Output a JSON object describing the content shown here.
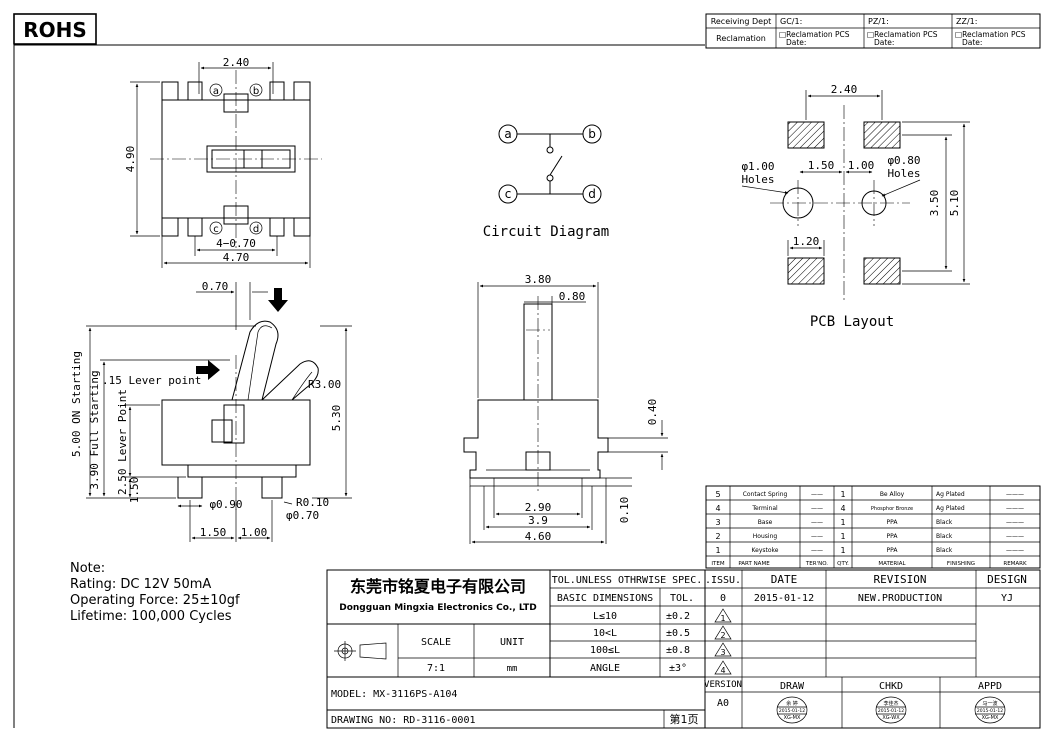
{
  "rohs": "ROHS",
  "receiving": {
    "receiving_dept": "Receiving Dept",
    "reclamation": "Reclamation",
    "cols": [
      {
        "head": "GC/1:",
        "line1": "□Reclamation  PCS",
        "line2": "Date:"
      },
      {
        "head": "PZ/1:",
        "line1": "□Reclamation  PCS",
        "line2": "Date:"
      },
      {
        "head": "ZZ/1:",
        "line1": "□Reclamation  PCS",
        "line2": "Date:"
      }
    ]
  },
  "top_view": {
    "dim_top": "2.40",
    "dim_height": "4.90",
    "dim_pitch": "4−0.70",
    "dim_width": "4.70",
    "pins": [
      "a",
      "b",
      "c",
      "d"
    ]
  },
  "circuit": {
    "caption": "Circuit Diagram",
    "pins": [
      "a",
      "b",
      "c",
      "d"
    ]
  },
  "pcb": {
    "caption": "PCB Layout",
    "dim_top": "2.40",
    "dim_150": "1.50",
    "dim_100": "1.00",
    "hole_left": "φ1.00",
    "hole_left2": "Holes",
    "hole_right": "φ0.80",
    "hole_right2": "Holes",
    "dim_350": "3.50",
    "dim_510": "5.10",
    "dim_120": "1.20"
  },
  "side_view": {
    "dim_070": "0.70",
    "lever_label": ".15  Lever point",
    "dim_r300": "R3.00",
    "dim_on": "5.00  ON Starting",
    "dim_full": "3.90  Full Starting",
    "dim_lever": "2.50   Lever Point",
    "dim_530": "5.30",
    "dim_150v": "1.50",
    "dim_phi090": "φ0.90",
    "dim_r010": "R0.10",
    "dim_phi070": "φ0.70",
    "dim_150h": "1.50",
    "dim_100h": "1.00"
  },
  "front_view": {
    "dim_380": "3.80",
    "dim_080": "0.80",
    "dim_040": "0.40",
    "dim_290": "2.90",
    "dim_39": "3.9",
    "dim_010": "0.10",
    "dim_460": "4.60"
  },
  "notes": [
    "Note:",
    "Rating: DC 12V 50mA",
    "Operating Force: 25±10gf",
    "Lifetime:   100,000 Cycles"
  ],
  "bom": {
    "headers": [
      "ITEM",
      "PART NAME",
      "TER'NO.",
      "QTY.",
      "MATERIAL",
      "FINISHING",
      "REMARK"
    ],
    "rows": [
      {
        "item": "5",
        "part": "Contact Spring",
        "ter": "——",
        "qty": "1",
        "material": "Be Alloy",
        "finish": "Ag Plated",
        "remark": "———"
      },
      {
        "item": "4",
        "part": "Terminal",
        "ter": "——",
        "qty": "4",
        "material": "Phosphor Bronze",
        "finish": "Ag Plated",
        "remark": "———"
      },
      {
        "item": "3",
        "part": "Base",
        "ter": "——",
        "qty": "1",
        "material": "PPA",
        "finish": "Black",
        "remark": "———"
      },
      {
        "item": "2",
        "part": "Housing",
        "ter": "——",
        "qty": "1",
        "material": "PPA",
        "finish": "Black",
        "remark": "———"
      },
      {
        "item": "1",
        "part": "Keystoke",
        "ter": "——",
        "qty": "1",
        "material": "PPA",
        "finish": "Black",
        "remark": "———"
      }
    ]
  },
  "title_block": {
    "company_cn": "东莞市铭夏电子有限公司",
    "company_en": "Dongguan Mingxia Electronics Co., LTD",
    "tol_header": "TOL.UNLESS OTHRWISE SPEC.",
    "basic_dim": "BASIC DIMENSIONS",
    "tol": "TOL.",
    "tol_rows": [
      {
        "range": "L≤10",
        "value": "±0.2"
      },
      {
        "range": "10<L",
        "value": "±0.5"
      },
      {
        "range": "100≤L",
        "value": "±0.8"
      },
      {
        "range": "ANGLE",
        "value": "±3°"
      }
    ],
    "scale_label": "SCALE",
    "scale_value": "7:1",
    "unit_label": "UNIT",
    "unit_value": "mm",
    "issu": ".ISSU.",
    "date_h": "DATE",
    "revision_h": "REVISION",
    "design_h": "DESIGN",
    "issu_value": "0",
    "date_value": "2015-01-12",
    "revision_value": "NEW.PRODUCTION",
    "design_value": "YJ",
    "rev_marks": [
      "1",
      "2",
      "3",
      "4"
    ],
    "version_h": "VERSION",
    "version_value": "A0",
    "draw_h": "DRAW",
    "chkd_h": "CHKD",
    "appd_h": "APPD",
    "stamps": [
      {
        "top": "余 婷",
        "date": "2015-01-12",
        "code": "XG-MX"
      },
      {
        "top": "李佳杰",
        "date": "2015-01-12",
        "code": "XG-WX"
      },
      {
        "top": "马一波",
        "date": "2015-01-12",
        "code": "XG-MX"
      }
    ],
    "model": "MODEL:  MX-3116PS-A104",
    "drawing_no": "DRAWING NO:  RD-3116-0001",
    "page": "第1页"
  }
}
